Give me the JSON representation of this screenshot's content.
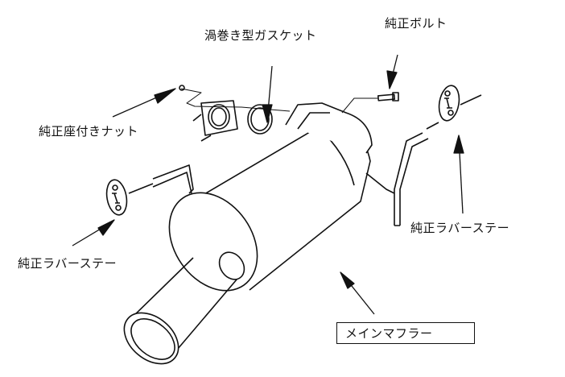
{
  "labels": {
    "gasket": "渦巻き型ガスケット",
    "bolt": "純正ボルト",
    "nut": "純正座付きナット",
    "rubber_stay_left": "純正ラバーステー",
    "rubber_stay_right": "純正ラバーステー",
    "main_muffler": "メインマフラー"
  }
}
